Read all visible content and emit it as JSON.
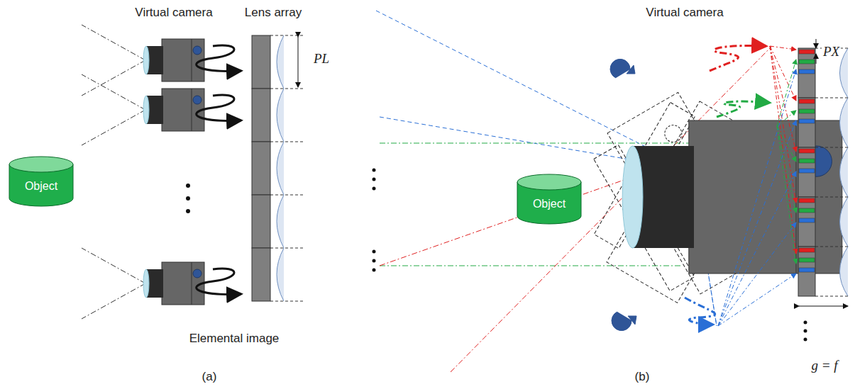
{
  "diagram": {
    "nodes": [
      {
        "text": [
          "Object"
        ]
      },
      {
        "text": [
          "Object"
        ]
      }
    ],
    "labels": [
      "Virtual camera",
      "Lens array",
      "PL",
      "Elemental image",
      "(a)",
      "Virtual camera",
      "PX",
      "g = f",
      "(b)"
    ]
  }
}
